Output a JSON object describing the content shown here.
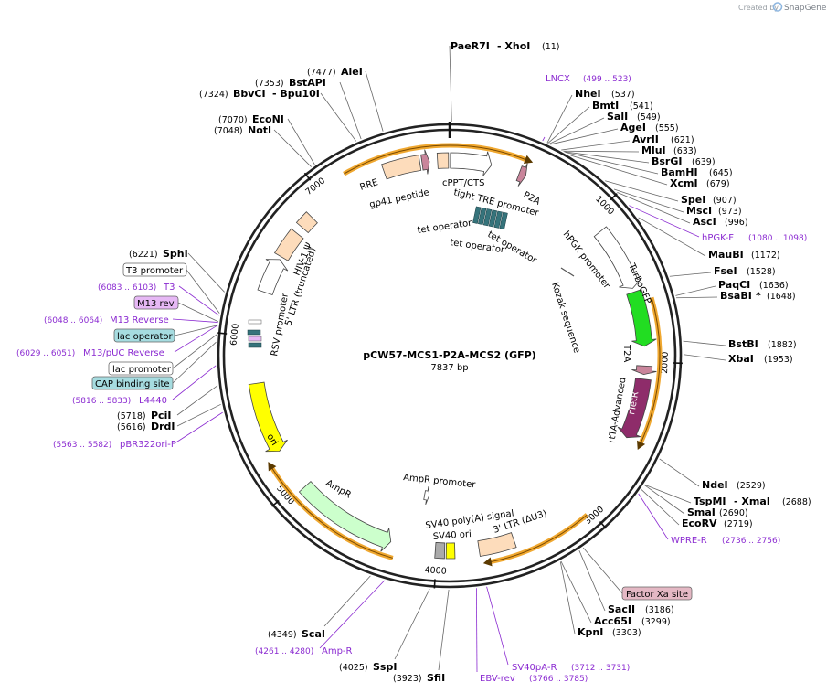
{
  "credit": {
    "prefix": "Created by",
    "brand": "SnapGene"
  },
  "plasmid": {
    "name": "pCW57-MCS1-P2A-MCS2 (GFP)",
    "size": "7837 bp",
    "length": 7837
  },
  "ticks": [
    {
      "pos": 1000,
      "label": "1000"
    },
    {
      "pos": 2000,
      "label": "2000"
    },
    {
      "pos": 3000,
      "label": "3000"
    },
    {
      "pos": 4000,
      "label": "4000"
    },
    {
      "pos": 5000,
      "label": "5000"
    },
    {
      "pos": 6000,
      "label": "6000"
    },
    {
      "pos": 7000,
      "label": "7000"
    }
  ],
  "features": [
    {
      "name": "RRE",
      "start": 7410,
      "end": 7646,
      "dir": 0,
      "color": "#fddcbb",
      "ring": 0
    },
    {
      "name": "gp41 peptide",
      "start": 7660,
      "end": 7708,
      "dir": 1,
      "color": "#c9859b",
      "ring": 0
    },
    {
      "name": "cPPT/CTS",
      "start": 7760,
      "end": 7830,
      "dir": 0,
      "color": "#fddcbb",
      "ring": 0
    },
    {
      "name": "tight TRE promoter",
      "start": 5,
      "end": 270,
      "dir": 1,
      "color": "#ffffff",
      "ring": 0
    },
    {
      "name": "P2A",
      "start": 455,
      "end": 500,
      "dir": 1,
      "color": "#c9859b",
      "ring": 0
    },
    {
      "name": "hPGK promoter",
      "start": 1100,
      "end": 1520,
      "dir": 1,
      "color": "#ffffff",
      "ring": 0
    },
    {
      "name": "TurboGFP",
      "start": 1545,
      "end": 1900,
      "dir": 1,
      "color": "#22dd22",
      "ring": 0
    },
    {
      "name": "T2A",
      "start": 2025,
      "end": 2080,
      "dir": 1,
      "color": "#c9859b",
      "ring": 0
    },
    {
      "name": "rTetR",
      "start": 2110,
      "end": 2500,
      "dir": 1,
      "color": "#8e2c6a",
      "ring": 0
    },
    {
      "name": "3' LTR (ΔU3)",
      "start": 3500,
      "end": 3730,
      "dir": 0,
      "color": "#fddcbb",
      "ring": 0
    },
    {
      "name": "SV40 ori",
      "start": 3950,
      "end": 4010,
      "dir": 0,
      "color": "#aaaaaa",
      "ring": 0
    },
    {
      "name": "SV40 poly(A) signal",
      "start": 3885,
      "end": 3940,
      "dir": 0,
      "color": "#ffff00",
      "ring": 0
    },
    {
      "name": "AmpR promoter",
      "start": 4100,
      "end": 4140,
      "dir": -1,
      "color": "#ffffff",
      "ring": 1
    },
    {
      "name": "AmpR",
      "start": 4300,
      "end": 4960,
      "dir": -1,
      "color": "#ccffcc",
      "ring": 0
    },
    {
      "name": "ori",
      "start": 5240,
      "end": 5700,
      "dir": -1,
      "color": "#ffff00",
      "ring": 0
    },
    {
      "name": "RSV promoter",
      "start": 6290,
      "end": 6520,
      "dir": 1,
      "color": "#ffffff",
      "ring": 0
    },
    {
      "name": "5' LTR (truncated)",
      "start": 6540,
      "end": 6720,
      "dir": 0,
      "color": "#fddcbb",
      "ring": 0
    },
    {
      "name": "HIV-1 Ψ",
      "start": 6770,
      "end": 6860,
      "dir": 0,
      "color": "#fddcbb",
      "ring": 0
    }
  ],
  "orange_arcs": [
    {
      "start": 7180,
      "end": 470
    },
    {
      "start": 1610,
      "end": 2500
    },
    {
      "start": 3030,
      "end": 3680
    },
    {
      "start": 4260,
      "end": 5180
    }
  ],
  "inner_labels": {
    "tet_operators": [
      "tet operator",
      "tet operator",
      "tet operator"
    ],
    "kozak": "Kozak sequence",
    "rtta": "rtTA-Advanced",
    "amp_prom": "AmpR promoter",
    "sv40_polya": "SV40 poly(A) signal",
    "sv40_ori": "SV40 ori",
    "ltr3": "3' LTR (ΔU3)",
    "hiv": "HIV-1 Ψ",
    "ltr5": "5' LTR (truncated)",
    "rsv": "RSV promoter",
    "rre": "RRE",
    "gp41": "gp41 peptide",
    "cppt": "cPPT/CTS",
    "tre": "tight TRE promoter",
    "p2a": "P2A",
    "hpgk": "hPGK promoter",
    "gfp": "TurboGFP",
    "t2a": "T2A",
    "rtetr": "rTetR",
    "ampr": "AmpR",
    "ori": "ori"
  },
  "sites_right": [
    {
      "name": "PaeR7I",
      "pos": "(11)",
      "extra": "- XhoI",
      "pos_value": 11
    },
    {
      "name": "NheI",
      "pos": "(537)",
      "pos_value": 537
    },
    {
      "name": "BmtI",
      "pos": "(541)",
      "pos_value": 541
    },
    {
      "name": "SalI",
      "pos": "(549)",
      "pos_value": 549
    },
    {
      "name": "AgeI",
      "pos": "(555)",
      "pos_value": 555
    },
    {
      "name": "AvrII",
      "pos": "(621)",
      "pos_value": 621
    },
    {
      "name": "MluI",
      "pos": "(633)",
      "pos_value": 633
    },
    {
      "name": "BsrGI",
      "pos": "(639)",
      "pos_value": 639
    },
    {
      "name": "BamHI",
      "pos": "(645)",
      "pos_value": 645
    },
    {
      "name": "XcmI",
      "pos": "(679)",
      "pos_value": 679
    },
    {
      "name": "SpeI",
      "pos": "(907)",
      "pos_value": 907
    },
    {
      "name": "MscI",
      "pos": "(973)",
      "pos_value": 973
    },
    {
      "name": "AscI",
      "pos": "(996)",
      "pos_value": 996
    },
    {
      "name": "MauBI",
      "pos": "(1172)",
      "pos_value": 1172
    },
    {
      "name": "FseI",
      "pos": "(1528)",
      "pos_value": 1528
    },
    {
      "name": "PaqCI",
      "pos": "(1636)",
      "pos_value": 1636
    },
    {
      "name": "BsaBI",
      "pos": "(1648)",
      "extra": "*",
      "pos_value": 1648
    },
    {
      "name": "BstBI",
      "pos": "(1882)",
      "pos_value": 1882
    },
    {
      "name": "XbaI",
      "pos": "(1953)",
      "pos_value": 1953
    },
    {
      "name": "NdeI",
      "pos": "(2529)",
      "pos_value": 2529
    },
    {
      "name": "TspMI",
      "pos": "(2688)",
      "extra": "- XmaI",
      "pos_value": 2688
    },
    {
      "name": "SmaI",
      "pos": "(2690)",
      "pos_value": 2690
    },
    {
      "name": "EcoRV",
      "pos": "(2719)",
      "pos_value": 2719
    }
  ],
  "sites_bottom": [
    {
      "name": "SacII",
      "pos": "(3186)",
      "pos_value": 3186
    },
    {
      "name": "Acc65I",
      "pos": "(3299)",
      "pos_value": 3299
    },
    {
      "name": "KpnI",
      "pos": "(3303)",
      "pos_value": 3303
    },
    {
      "name": "SfiI",
      "pos": "(3923)",
      "pos_value": 3923
    },
    {
      "name": "SspI",
      "pos": "(4025)",
      "pos_value": 4025
    },
    {
      "name": "ScaI",
      "pos": "(4349)",
      "pos_value": 4349
    }
  ],
  "sites_left": [
    {
      "name": "DrdI",
      "pos": "(5616)",
      "pos_value": 5616
    },
    {
      "name": "PciI",
      "pos": "(5718)",
      "pos_value": 5718
    },
    {
      "name": "SphI",
      "pos": "(6221)",
      "pos_value": 6221
    },
    {
      "name": "NotI",
      "pos": "(7048)",
      "pos_value": 7048
    },
    {
      "name": "EcoNI",
      "pos": "(7070)",
      "pos_value": 7070
    },
    {
      "name": "BbvCI",
      "pos": "(7324)",
      "extra": "- Bpu10I",
      "pos_value": 7324
    },
    {
      "name": "BstAPI",
      "pos": "(7353)",
      "pos_value": 7353
    },
    {
      "name": "AleI",
      "pos": "(7477)",
      "pos_value": 7477
    }
  ],
  "primers": [
    {
      "name": "LNCX",
      "range": "(499 .. 523)",
      "pos_value": 510
    },
    {
      "name": "hPGK-F",
      "range": "(1080 .. 1098)",
      "pos_value": 1090
    },
    {
      "name": "WPRE-R",
      "range": "(2736 .. 2756)",
      "pos_value": 2746
    },
    {
      "name": "SV40pA-R",
      "range": "(3712 .. 3731)",
      "pos_value": 3720
    },
    {
      "name": "EBV-rev",
      "range": "(3766 .. 3785)",
      "pos_value": 3775
    },
    {
      "name": "Amp-R",
      "range": "(4261 .. 4280)",
      "pos_value": 4270
    },
    {
      "name": "pBR322ori-F",
      "range": "(5563 .. 5582)",
      "pos_value": 5572
    },
    {
      "name": "L4440",
      "range": "(5816 .. 5833)",
      "pos_value": 5825
    },
    {
      "name": "M13/pUC Reverse",
      "range": "(6029 .. 6051)",
      "pos_value": 6040
    },
    {
      "name": "M13 Reverse",
      "range": "(6048 .. 6064)",
      "pos_value": 6056
    },
    {
      "name": "T3",
      "range": "(6083 .. 6103)",
      "pos_value": 6093
    }
  ],
  "boxed_labels": [
    {
      "name": "Factor Xa site",
      "fill": "#e4b8c4",
      "pos_value": 3160
    },
    {
      "name": "CAP binding site",
      "fill": "#a6dce0",
      "pos_value": 5950
    },
    {
      "name": "lac promoter",
      "fill": "#ffffff",
      "pos_value": 5990
    },
    {
      "name": "lac operator",
      "fill": "#a6dce0",
      "pos_value": 6040
    },
    {
      "name": "M13 rev",
      "fill": "#e6b8f5",
      "pos_value": 6060
    },
    {
      "name": "T3 promoter",
      "fill": "#ffffff",
      "pos_value": 6105
    }
  ]
}
